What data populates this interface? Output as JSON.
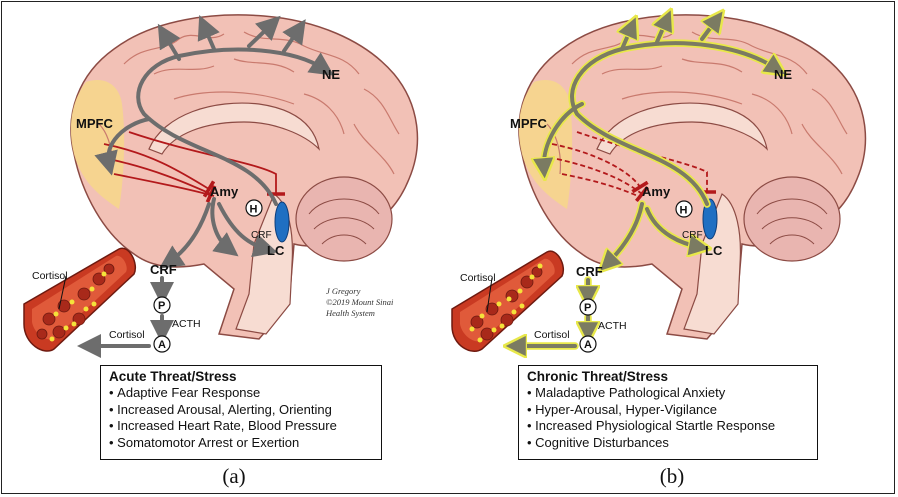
{
  "panels": [
    {
      "caption": "(a)",
      "labels": {
        "ne": "NE",
        "mpfc": "MPFC",
        "amy": "Amy",
        "h": "H",
        "crf_small": "CRF",
        "lc": "LC",
        "crf": "CRF",
        "p": "P",
        "acth": "ACTH",
        "a": "A",
        "cortisol_vessel": "Cortisol",
        "cortisol_arrow": "Cortisol"
      },
      "credit": [
        "J Gregory",
        "©2019 Mount Sinai",
        "Health System"
      ],
      "box": {
        "title": "Acute Threat/Stress",
        "items": [
          "Adaptive Fear Response",
          "Increased Arousal, Alerting, Orienting",
          "Increased Heart Rate, Blood Pressure",
          "Somatomotor Arrest or Exertion"
        ]
      }
    },
    {
      "caption": "(b)",
      "labels": {
        "ne": "NE",
        "mpfc": "MPFC",
        "amy": "Amy",
        "h": "H",
        "crf_small": "CRF",
        "lc": "LC",
        "crf": "CRF",
        "p": "P",
        "acth": "ACTH",
        "a": "A",
        "cortisol_vessel": "Cortisol",
        "cortisol_arrow": "Cortisol"
      },
      "box": {
        "title": "Chronic Threat/Stress",
        "items": [
          "Maladaptive Pathological Anxiety",
          "Hyper-Arousal, Hyper-Vigilance",
          "Increased Physiological Startle Response",
          "Cognitive Disturbances"
        ]
      }
    }
  ],
  "colors": {
    "brain": "#f2c1b6",
    "gyrus_line": "#c97a6e",
    "mpfc": "#f6d58e",
    "red_pathway": "#b3191b",
    "gray_arrow": "#6d6d6d",
    "chronic_arrow": "#7b7b62",
    "chronic_glow": "#e8e84a",
    "lc": "#1f6fc2",
    "vessel": "#c93a22",
    "cortisol_dot": "#f5e23a"
  }
}
